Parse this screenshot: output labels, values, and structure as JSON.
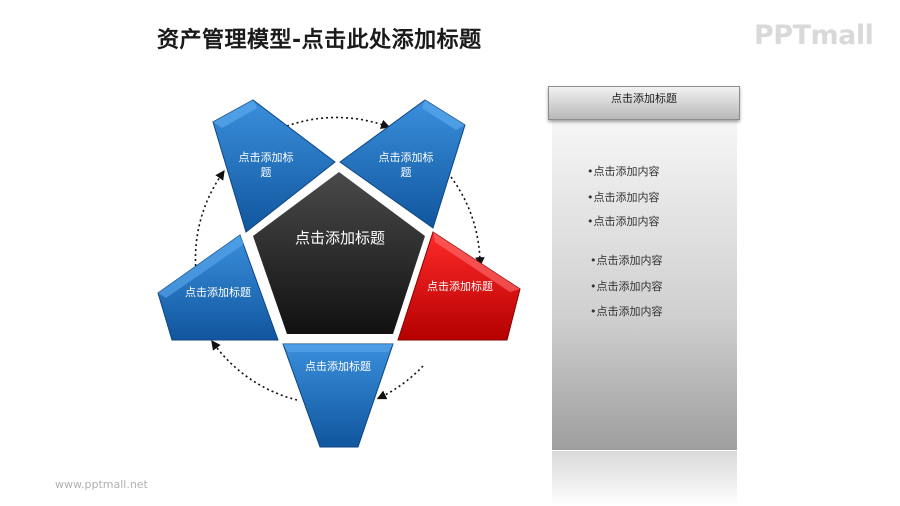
{
  "title": "资产管理模型-点击此处添加标题",
  "brand": "PPTmall",
  "footer_url": "www.pptmall.net",
  "diagram": {
    "center_label": "点击添加标题",
    "segments": [
      {
        "label_line1": "点击添加标",
        "label_line2": "题",
        "color": "blue"
      },
      {
        "label_line1": "点击添加标",
        "label_line2": "题",
        "color": "blue"
      },
      {
        "label_line1": "点击添加标题",
        "label_line2": "",
        "color": "red"
      },
      {
        "label_line1": "点击添加标题",
        "label_line2": "",
        "color": "blue"
      },
      {
        "label_line1": "点击添加标题",
        "label_line2": "",
        "color": "blue"
      }
    ]
  },
  "panel": {
    "header": "点击添加标题",
    "items": [
      "•点击添加内容",
      "•点击添加内容",
      "•点击添加内容",
      "•点击添加内容",
      "•点击添加内容",
      "•点击添加内容"
    ]
  },
  "colors": {
    "blue": "#1f6fbf",
    "blue_light": "#2e86d8",
    "red": "#e01010",
    "center": "#2a2a2a"
  }
}
